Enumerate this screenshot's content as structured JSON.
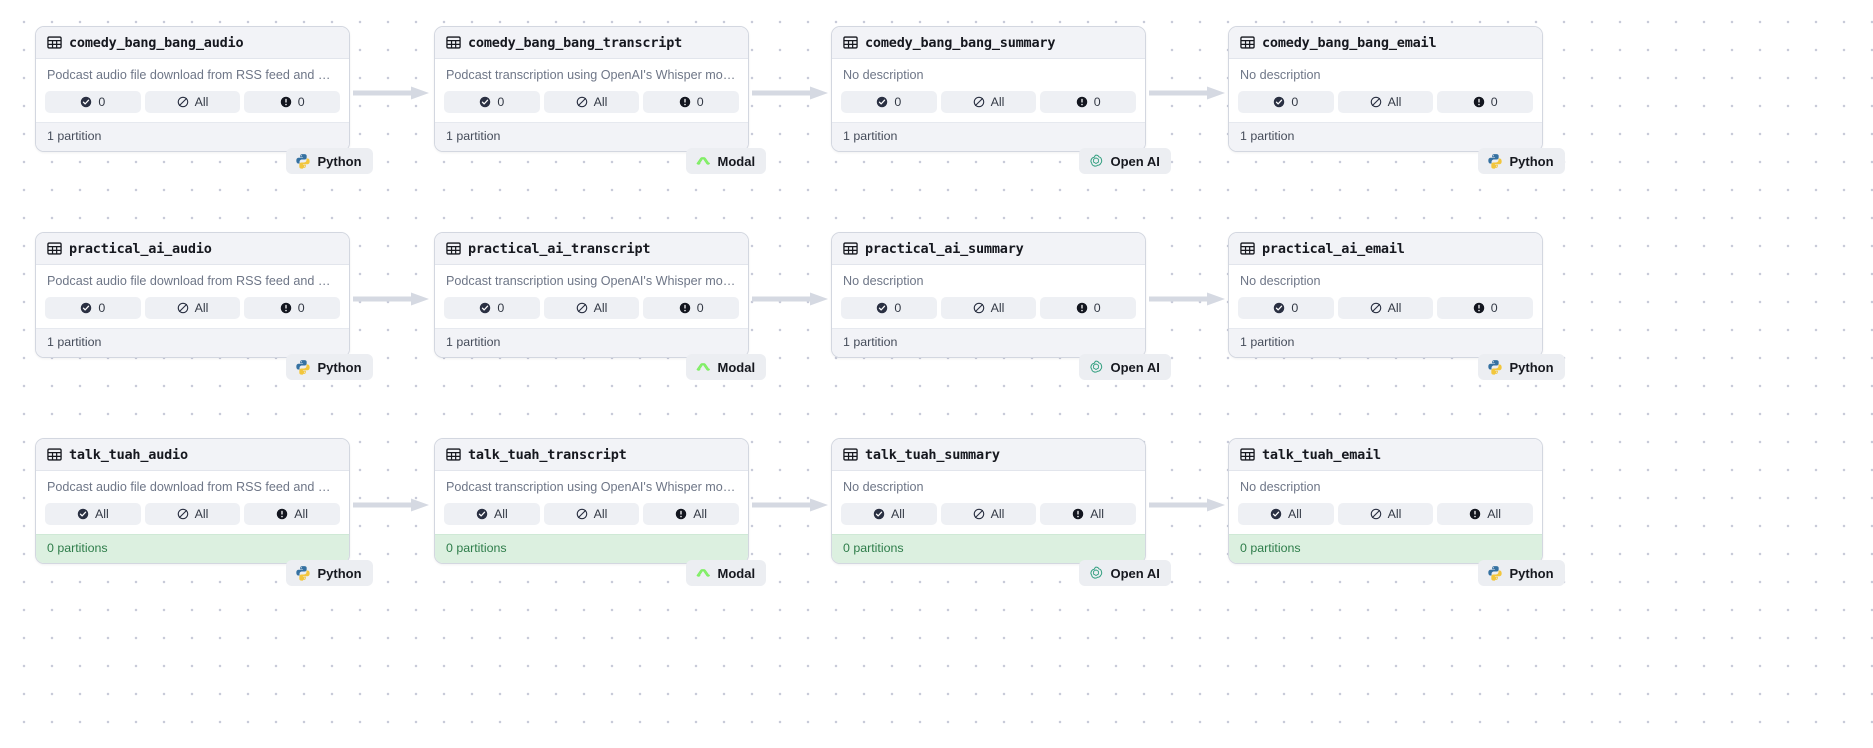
{
  "canvas": {
    "background_color": "#ffffff",
    "dot_color": "#c8cbd9",
    "edge_color": "#d5d9e2"
  },
  "labels": {
    "desc_audio": "Podcast audio file download from RSS feed and …",
    "desc_transcript": "Podcast transcription using OpenAI's Whisper mo…",
    "desc_none": "No description",
    "partition_one": "1 partition",
    "partition_zero": "0 partitions",
    "badge_zero": "0",
    "badge_all": "All"
  },
  "providers": [
    {
      "name": "Python",
      "icon": "python-logo-icon",
      "color": "#3571A1"
    },
    {
      "name": "Modal",
      "icon": "modal-logo-icon",
      "color": "#7FEE64"
    },
    {
      "name": "Open AI",
      "icon": "openai-logo-icon",
      "color": "#0f9d7a"
    }
  ],
  "rows": [
    {
      "id": "comedy_bang_bang",
      "nodes": [
        {
          "title": "comedy_bang_bang_audio",
          "description": "Podcast audio file download from RSS feed and …",
          "badges": [
            {
              "icon": "check-circle-icon",
              "value": "0"
            },
            {
              "icon": "slash-circle-icon",
              "value": "All"
            },
            {
              "icon": "exclamation-circle-icon",
              "value": "0"
            }
          ],
          "footer": "1 partition",
          "empty": false,
          "provider": "Python"
        },
        {
          "title": "comedy_bang_bang_transcript",
          "description": "Podcast transcription using OpenAI's Whisper mo…",
          "badges": [
            {
              "icon": "check-circle-icon",
              "value": "0"
            },
            {
              "icon": "slash-circle-icon",
              "value": "All"
            },
            {
              "icon": "exclamation-circle-icon",
              "value": "0"
            }
          ],
          "footer": "1 partition",
          "empty": false,
          "provider": "Modal"
        },
        {
          "title": "comedy_bang_bang_summary",
          "description": "No description",
          "badges": [
            {
              "icon": "check-circle-icon",
              "value": "0"
            },
            {
              "icon": "slash-circle-icon",
              "value": "All"
            },
            {
              "icon": "exclamation-circle-icon",
              "value": "0"
            }
          ],
          "footer": "1 partition",
          "empty": false,
          "provider": "Open AI"
        },
        {
          "title": "comedy_bang_bang_email",
          "description": "No description",
          "badges": [
            {
              "icon": "check-circle-icon",
              "value": "0"
            },
            {
              "icon": "slash-circle-icon",
              "value": "All"
            },
            {
              "icon": "exclamation-circle-icon",
              "value": "0"
            }
          ],
          "footer": "1 partition",
          "empty": false,
          "provider": "Python"
        }
      ]
    },
    {
      "id": "practical_ai",
      "nodes": [
        {
          "title": "practical_ai_audio",
          "description": "Podcast audio file download from RSS feed and …",
          "badges": [
            {
              "icon": "check-circle-icon",
              "value": "0"
            },
            {
              "icon": "slash-circle-icon",
              "value": "All"
            },
            {
              "icon": "exclamation-circle-icon",
              "value": "0"
            }
          ],
          "footer": "1 partition",
          "empty": false,
          "provider": "Python"
        },
        {
          "title": "practical_ai_transcript",
          "description": "Podcast transcription using OpenAI's Whisper mo…",
          "badges": [
            {
              "icon": "check-circle-icon",
              "value": "0"
            },
            {
              "icon": "slash-circle-icon",
              "value": "All"
            },
            {
              "icon": "exclamation-circle-icon",
              "value": "0"
            }
          ],
          "footer": "1 partition",
          "empty": false,
          "provider": "Modal"
        },
        {
          "title": "practical_ai_summary",
          "description": "No description",
          "badges": [
            {
              "icon": "check-circle-icon",
              "value": "0"
            },
            {
              "icon": "slash-circle-icon",
              "value": "All"
            },
            {
              "icon": "exclamation-circle-icon",
              "value": "0"
            }
          ],
          "footer": "1 partition",
          "empty": false,
          "provider": "Open AI"
        },
        {
          "title": "practical_ai_email",
          "description": "No description",
          "badges": [
            {
              "icon": "check-circle-icon",
              "value": "0"
            },
            {
              "icon": "slash-circle-icon",
              "value": "All"
            },
            {
              "icon": "exclamation-circle-icon",
              "value": "0"
            }
          ],
          "footer": "1 partition",
          "empty": false,
          "provider": "Python"
        }
      ]
    },
    {
      "id": "talk_tuah",
      "nodes": [
        {
          "title": "talk_tuah_audio",
          "description": "Podcast audio file download from RSS feed and …",
          "badges": [
            {
              "icon": "check-circle-icon",
              "value": "All"
            },
            {
              "icon": "slash-circle-icon",
              "value": "All"
            },
            {
              "icon": "exclamation-circle-icon",
              "value": "All"
            }
          ],
          "footer": "0 partitions",
          "empty": true,
          "provider": "Python"
        },
        {
          "title": "talk_tuah_transcript",
          "description": "Podcast transcription using OpenAI's Whisper mo…",
          "badges": [
            {
              "icon": "check-circle-icon",
              "value": "All"
            },
            {
              "icon": "slash-circle-icon",
              "value": "All"
            },
            {
              "icon": "exclamation-circle-icon",
              "value": "All"
            }
          ],
          "footer": "0 partitions",
          "empty": true,
          "provider": "Modal"
        },
        {
          "title": "talk_tuah_summary",
          "description": "No description",
          "badges": [
            {
              "icon": "check-circle-icon",
              "value": "All"
            },
            {
              "icon": "slash-circle-icon",
              "value": "All"
            },
            {
              "icon": "exclamation-circle-icon",
              "value": "All"
            }
          ],
          "footer": "0 partitions",
          "empty": true,
          "provider": "Open AI"
        },
        {
          "title": "talk_tuah_email",
          "description": "No description",
          "badges": [
            {
              "icon": "check-circle-icon",
              "value": "All"
            },
            {
              "icon": "slash-circle-icon",
              "value": "All"
            },
            {
              "icon": "exclamation-circle-icon",
              "value": "All"
            }
          ],
          "footer": "0 partitions",
          "empty": true,
          "provider": "Python"
        }
      ]
    }
  ]
}
